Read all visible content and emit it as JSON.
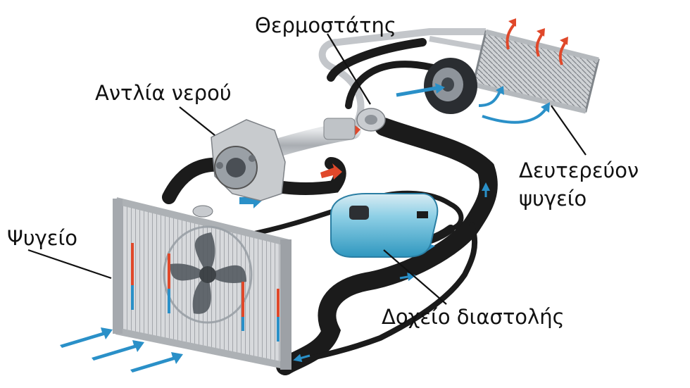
{
  "labels": {
    "thermostat": "Θερμοστάτης",
    "water_pump": "Αντλία νερού",
    "secondary_radiator_line1": "Δευτερεύον",
    "secondary_radiator_line2": "ψυγείο",
    "radiator": "Ψυγείο",
    "expansion_tank": "Δοχείο διαστολής"
  },
  "colors": {
    "hot_arrow": "#e0482a",
    "cold_arrow": "#2a90c8",
    "hose": "#1b1b1b",
    "coolant": "#5fb8d6",
    "metal": "#b9bcc0"
  }
}
